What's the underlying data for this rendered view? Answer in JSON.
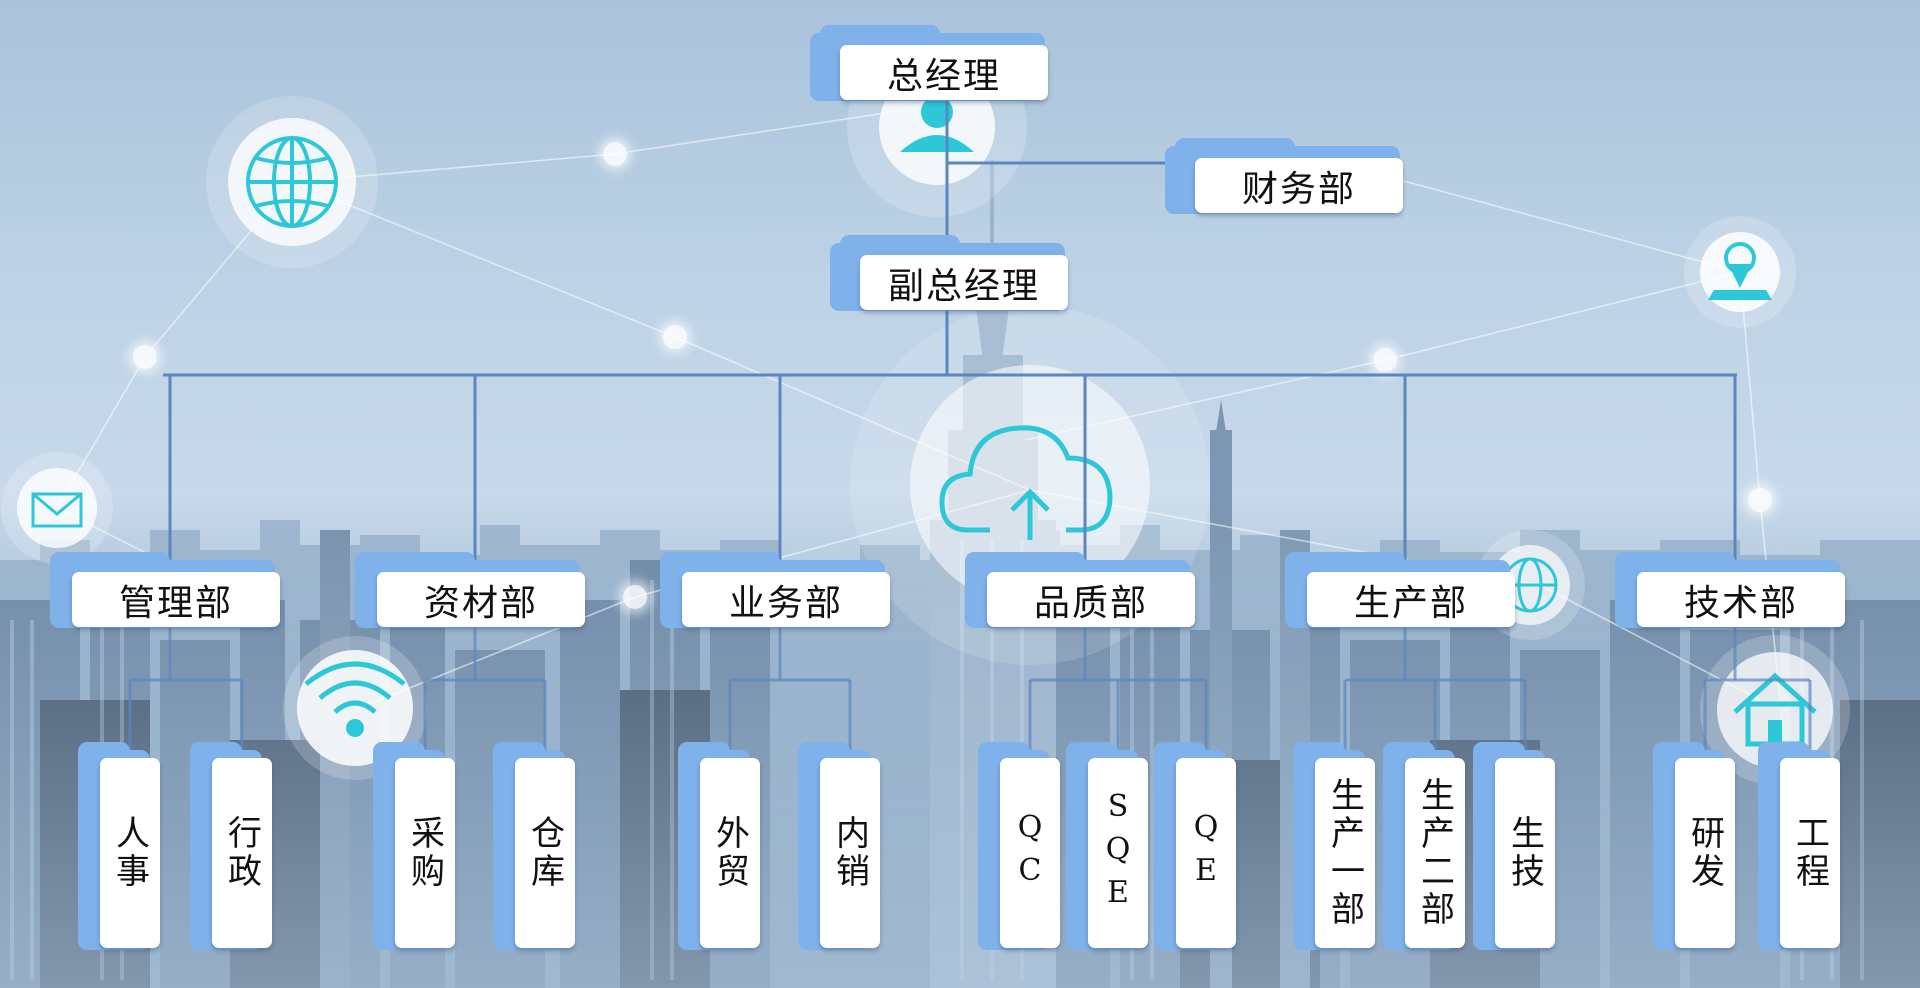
{
  "org_chart": {
    "general_manager": "总经理",
    "finance": "财务部",
    "deputy_manager": "副总经理",
    "departments": [
      {
        "name": "管理部",
        "units": [
          "人事",
          "行政"
        ]
      },
      {
        "name": "资材部",
        "units": [
          "采购",
          "仓库"
        ]
      },
      {
        "name": "业务部",
        "units": [
          "外贸",
          "内销"
        ]
      },
      {
        "name": "品质部",
        "units": [
          "QC",
          "SQE",
          "QE"
        ]
      },
      {
        "name": "生产部",
        "units": [
          "生产一部",
          "生产二部",
          "生技"
        ]
      },
      {
        "name": "技术部",
        "units": [
          "研发",
          "工程"
        ]
      }
    ]
  },
  "colors": {
    "line": "#5b86c0",
    "tab": "#7fb1ea",
    "card": "#ffffff",
    "icon": "#2ec7d8",
    "sky_top": "#a9c3da"
  },
  "icons": [
    "globe-icon",
    "person-icon",
    "location-map-icon",
    "mail-icon",
    "cloud-upload-icon",
    "wifi-icon",
    "globe-small-icon",
    "house-icon"
  ]
}
